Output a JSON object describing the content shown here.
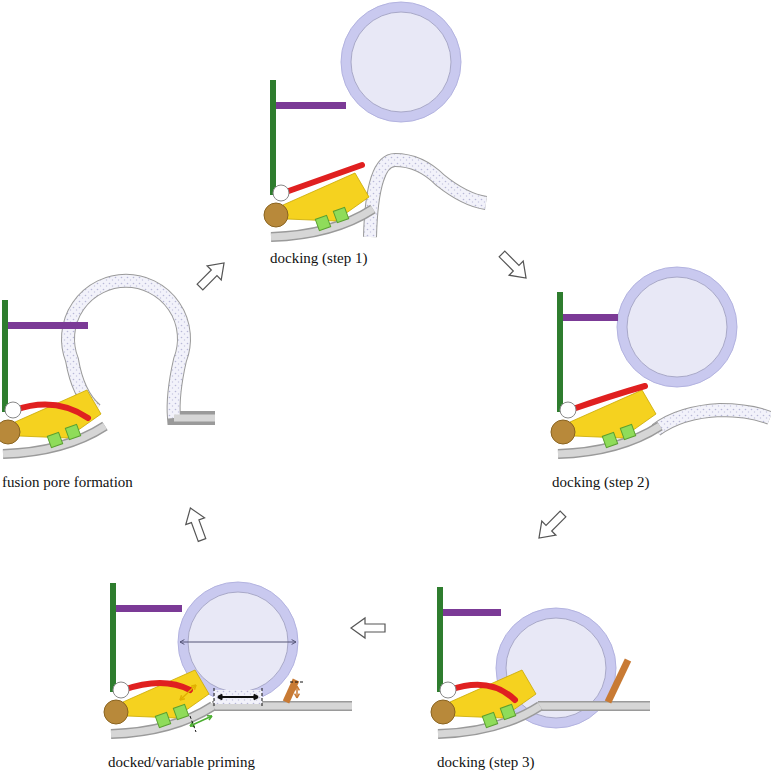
{
  "diagram": {
    "labels": [
      "docking (step 1)",
      "docking (step 2)",
      "docking (step 3)",
      "docked/variable priming",
      "fusion pore formation"
    ]
  }
}
